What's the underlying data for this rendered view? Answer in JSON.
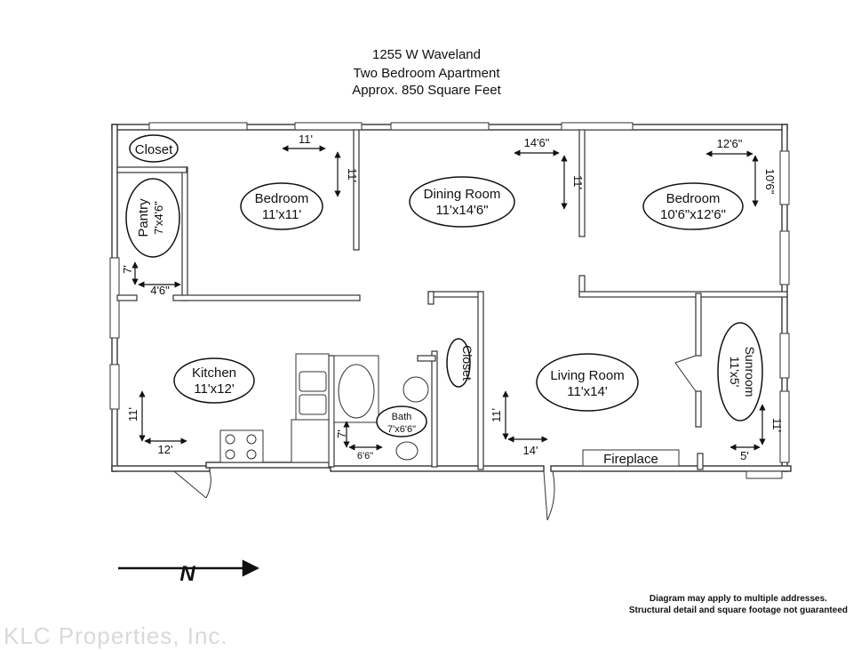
{
  "header": {
    "address": "1255 W Waveland",
    "unit_type": "Two Bedroom Apartment",
    "area": "Approx. 850 Square Feet"
  },
  "rooms": {
    "closet_nw": "Closet",
    "pantry_name": "Pantry",
    "pantry_size": "7'x4'6\"",
    "bedroom1_name": "Bedroom",
    "bedroom1_size": "11'x11'",
    "dining_name": "Dining Room",
    "dining_size": "11'x14'6\"",
    "bedroom2_name": "Bedroom",
    "bedroom2_size": "10'6\"x12'6\"",
    "kitchen_name": "Kitchen",
    "kitchen_size": "11'x12'",
    "closet_center": "Closet",
    "bath_name": "Bath",
    "bath_size": "7'x6'6\"",
    "living_name": "Living Room",
    "living_size": "11'x14'",
    "sunroom_name": "Sunroom",
    "sunroom_size": "11'x5'",
    "fireplace": "Fireplace"
  },
  "dimensions": {
    "bed1_w": "11'",
    "bed1_h": "11'",
    "dining_w": "14'6\"",
    "dining_h": "11'",
    "bed2_w": "12'6\"",
    "bed2_h": "10'6\"",
    "pantry_h": "7'",
    "pantry_w": "4'6\"",
    "kitchen_h": "11'",
    "kitchen_w": "12'",
    "bath_h": "7'",
    "bath_w": "6'6\"",
    "living_h": "11'",
    "living_w": "14'",
    "sun_w": "5'",
    "sun_h": "11'"
  },
  "compass": {
    "label": "N"
  },
  "notes": {
    "line1": "Diagram may apply to multiple addresses.",
    "line2": "Structural detail and square footage not guaranteed"
  },
  "watermark": "KLC Properties, Inc."
}
